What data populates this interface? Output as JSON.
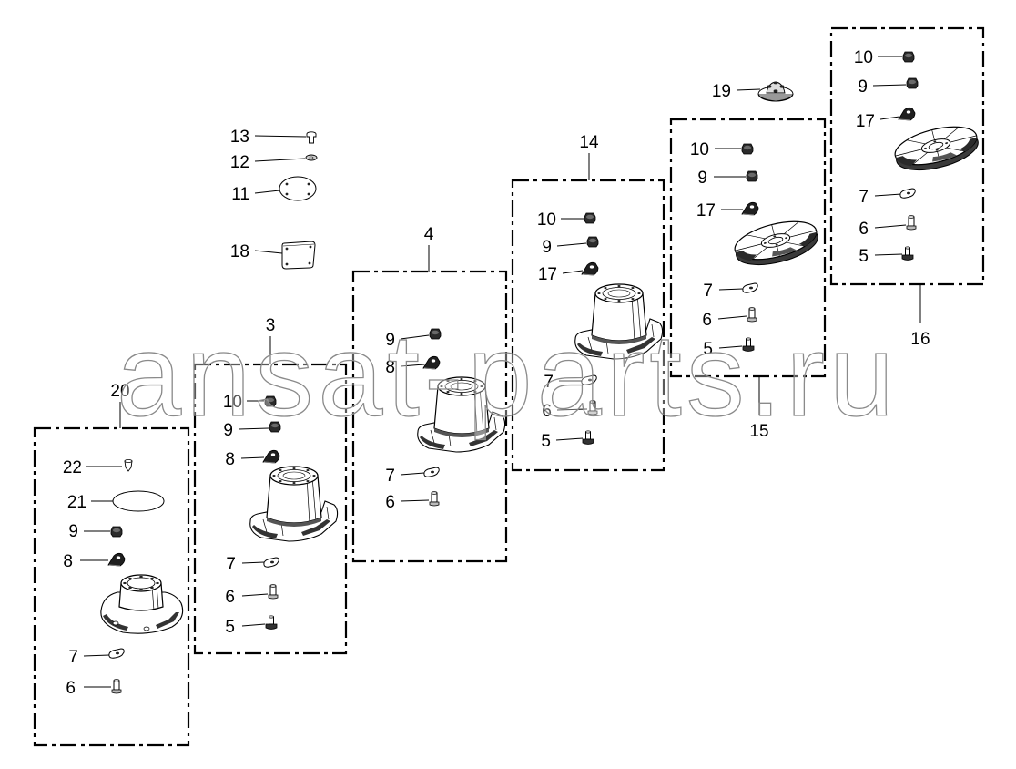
{
  "watermark": "ansat-parts.ru",
  "assemblies": [
    {
      "callout": "20",
      "parts": [
        "22",
        "21",
        "9",
        "8",
        "7",
        "6"
      ]
    },
    {
      "callout": "3",
      "parts": [
        "10",
        "9",
        "8",
        "7",
        "6",
        "5"
      ]
    },
    {
      "callout": "4",
      "parts": [
        "9",
        "8",
        "7",
        "6"
      ]
    },
    {
      "callout": "14",
      "parts": [
        "10",
        "9",
        "17",
        "7",
        "6",
        "5"
      ]
    },
    {
      "callout": "15",
      "parts": [
        "10",
        "9",
        "17",
        "7",
        "6",
        "5"
      ]
    },
    {
      "callout": "16",
      "parts": [
        "10",
        "9",
        "17",
        "7",
        "6",
        "5"
      ]
    }
  ],
  "loose_parts": [
    "13",
    "12",
    "11",
    "18",
    "19"
  ]
}
